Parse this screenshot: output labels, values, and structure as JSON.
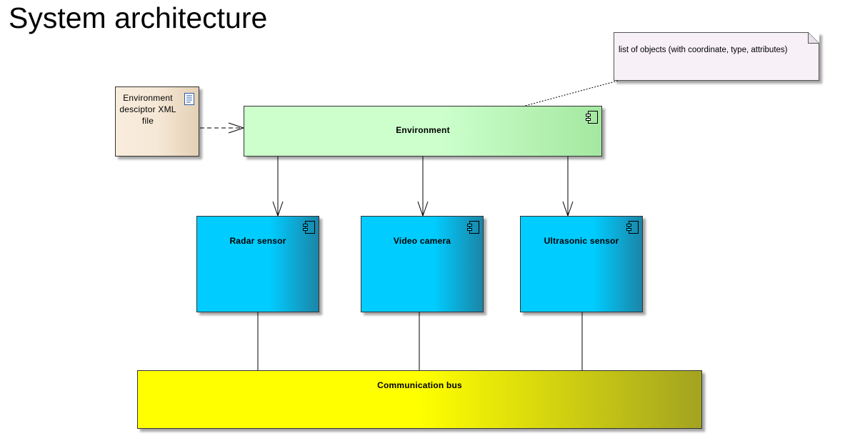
{
  "page": {
    "title": "System architecture"
  },
  "nodes": {
    "doc": {
      "label": "Environment desciptor XML file",
      "color": "#f6e8d6",
      "icon": "document-icon"
    },
    "environment": {
      "label": "Environment",
      "color": "#ccffcc",
      "icon": "component-icon"
    },
    "radar": {
      "label": "Radar sensor",
      "color": "#00ccff",
      "icon": "component-icon"
    },
    "video": {
      "label": "Video camera",
      "color": "#00ccff",
      "icon": "component-icon"
    },
    "ultrasonic": {
      "label": "Ultrasonic sensor",
      "color": "#00ccff",
      "icon": "component-icon"
    },
    "bus": {
      "label": "Communication bus",
      "color": "#ffff00"
    }
  },
  "note": {
    "text": "list of objects (with coordinate, type, attributes)",
    "color": "#f7f0f7"
  },
  "edges": [
    {
      "from": "Environment desciptor XML file",
      "to": "Environment",
      "style": "dashed-arrow"
    },
    {
      "from": "Environment",
      "to": "Radar sensor",
      "style": "open-arrow"
    },
    {
      "from": "Environment",
      "to": "Video camera",
      "style": "open-arrow"
    },
    {
      "from": "Environment",
      "to": "Ultrasonic sensor",
      "style": "open-arrow"
    },
    {
      "from": "Radar sensor",
      "to": "Communication bus",
      "style": "line"
    },
    {
      "from": "Video camera",
      "to": "Communication bus",
      "style": "line"
    },
    {
      "from": "Ultrasonic sensor",
      "to": "Communication bus",
      "style": "line"
    },
    {
      "from": "list of objects (with coordinate, type, attributes)",
      "to": "Environment",
      "style": "dotted-line"
    }
  ]
}
